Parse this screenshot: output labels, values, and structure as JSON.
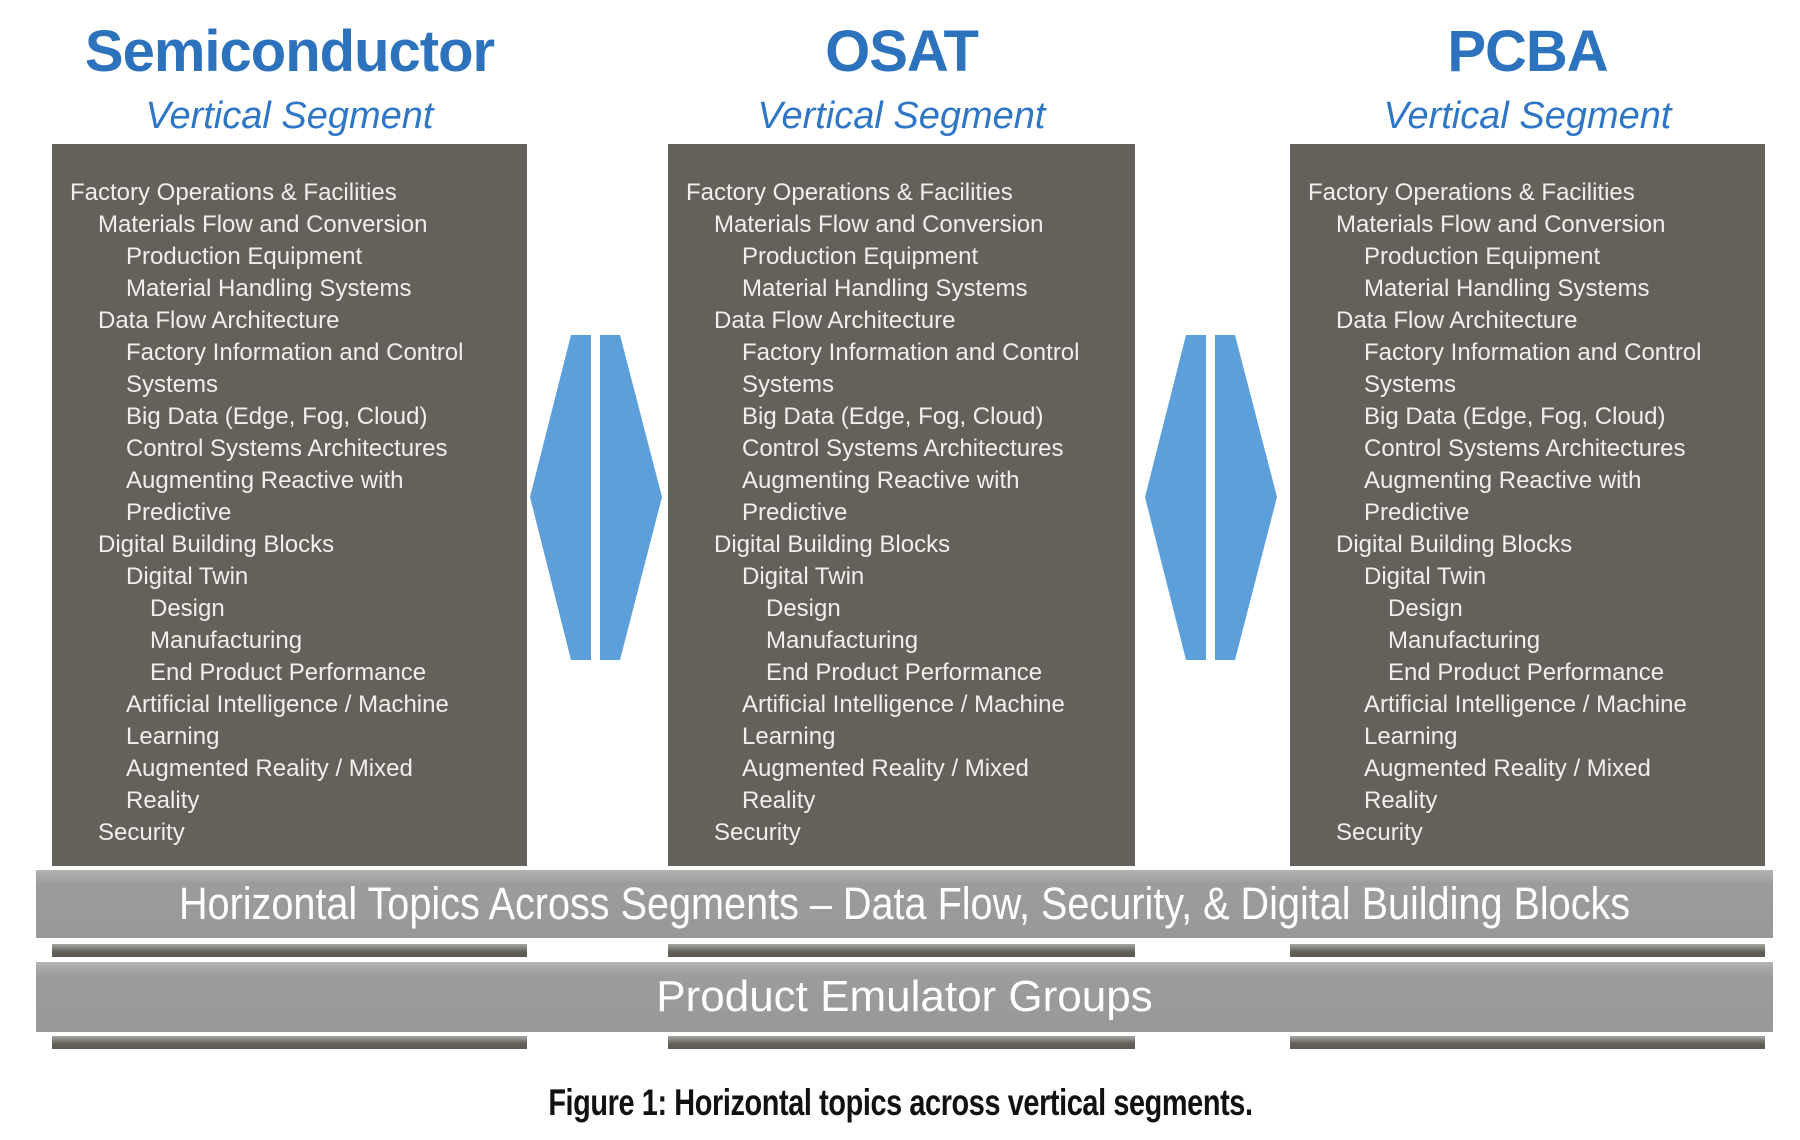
{
  "segments": [
    {
      "title": "Semiconductor",
      "subtitle": "Vertical Segment"
    },
    {
      "title": "OSAT",
      "subtitle": "Vertical Segment"
    },
    {
      "title": "PCBA",
      "subtitle": "Vertical Segment"
    }
  ],
  "topics": [
    {
      "indent": 0,
      "lines": [
        "Factory Operations & Facilities"
      ]
    },
    {
      "indent": 1,
      "lines": [
        "Materials Flow and Conversion"
      ]
    },
    {
      "indent": 2,
      "lines": [
        "Production Equipment"
      ]
    },
    {
      "indent": 2,
      "lines": [
        "Material Handling  Systems"
      ]
    },
    {
      "indent": 1,
      "lines": [
        "Data Flow  Architecture"
      ]
    },
    {
      "indent": 2,
      "lines": [
        "Factory Information and Control",
        "Systems"
      ]
    },
    {
      "indent": 2,
      "lines": [
        "Big Data (Edge, Fog, Cloud)"
      ]
    },
    {
      "indent": 2,
      "lines": [
        "Control Systems Architectures"
      ]
    },
    {
      "indent": 2,
      "lines": [
        "Augmenting  Reactive with",
        "Predictive"
      ]
    },
    {
      "indent": 1,
      "lines": [
        "Digital Building  Blocks"
      ]
    },
    {
      "indent": 2,
      "lines": [
        "Digital Twin"
      ]
    },
    {
      "indent": 3,
      "lines": [
        "Design"
      ]
    },
    {
      "indent": 3,
      "lines": [
        "Manufacturing"
      ]
    },
    {
      "indent": 3,
      "lines": [
        "End Product Performance"
      ]
    },
    {
      "indent": 2,
      "lines": [
        "Artificial Intelligence  / Machine",
        "Learning"
      ]
    },
    {
      "indent": 2,
      "lines": [
        "Augmented  Reality / Mixed",
        "Reality"
      ]
    },
    {
      "indent": 1,
      "lines": [
        "Security"
      ]
    }
  ],
  "banners": {
    "horizontal_topics": "Horizontal Topics Across Segments – Data Flow, Security, & Digital Building Blocks",
    "product_emulator": "Product Emulator Groups"
  },
  "caption": "Figure 1: Horizontal topics across vertical segments.",
  "colors": {
    "title_blue": "#2C72BD",
    "arrow_blue": "#5C9FDB",
    "panel_gray": "#63615A",
    "banner_gray": "#9B9B99",
    "panel_text": "#F0EFEB"
  }
}
